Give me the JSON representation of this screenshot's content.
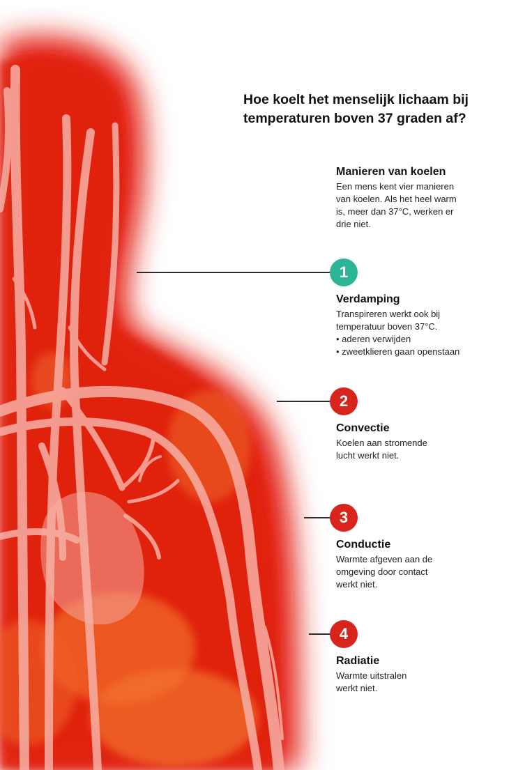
{
  "title": {
    "line1": "Hoe koelt het menselijk lichaam bij",
    "line2": "temperaturen boven 37 graden af?"
  },
  "intro": {
    "heading": "Manieren van koelen",
    "lines": [
      "Een mens kent vier manieren",
      "van koelen. Als het heel warm",
      "is, meer dan 37°C, werken er",
      "drie niet."
    ]
  },
  "methods": [
    {
      "number": "1",
      "color": "#2bb596",
      "heading": "Verdamping",
      "lines": [
        "Transpireren werkt ook bij",
        "temperatuur boven 37°C.",
        "• aderen verwijden",
        "• zweetklieren gaan openstaan"
      ]
    },
    {
      "number": "2",
      "color": "#d9241c",
      "heading": "Convectie",
      "lines": [
        "Koelen aan stromende",
        "lucht werkt niet."
      ]
    },
    {
      "number": "3",
      "color": "#d9241c",
      "heading": "Conductie",
      "lines": [
        "Warmte afgeven aan de",
        "omgeving door contact",
        "werkt niet."
      ]
    },
    {
      "number": "4",
      "color": "#d9241c",
      "heading": "Radiatie",
      "lines": [
        "Warmte uitstralen",
        "werkt niet."
      ]
    }
  ],
  "colors": {
    "body_red": "#e42412",
    "vessel": "#f7b0a6",
    "organ": "#ef5a28"
  }
}
